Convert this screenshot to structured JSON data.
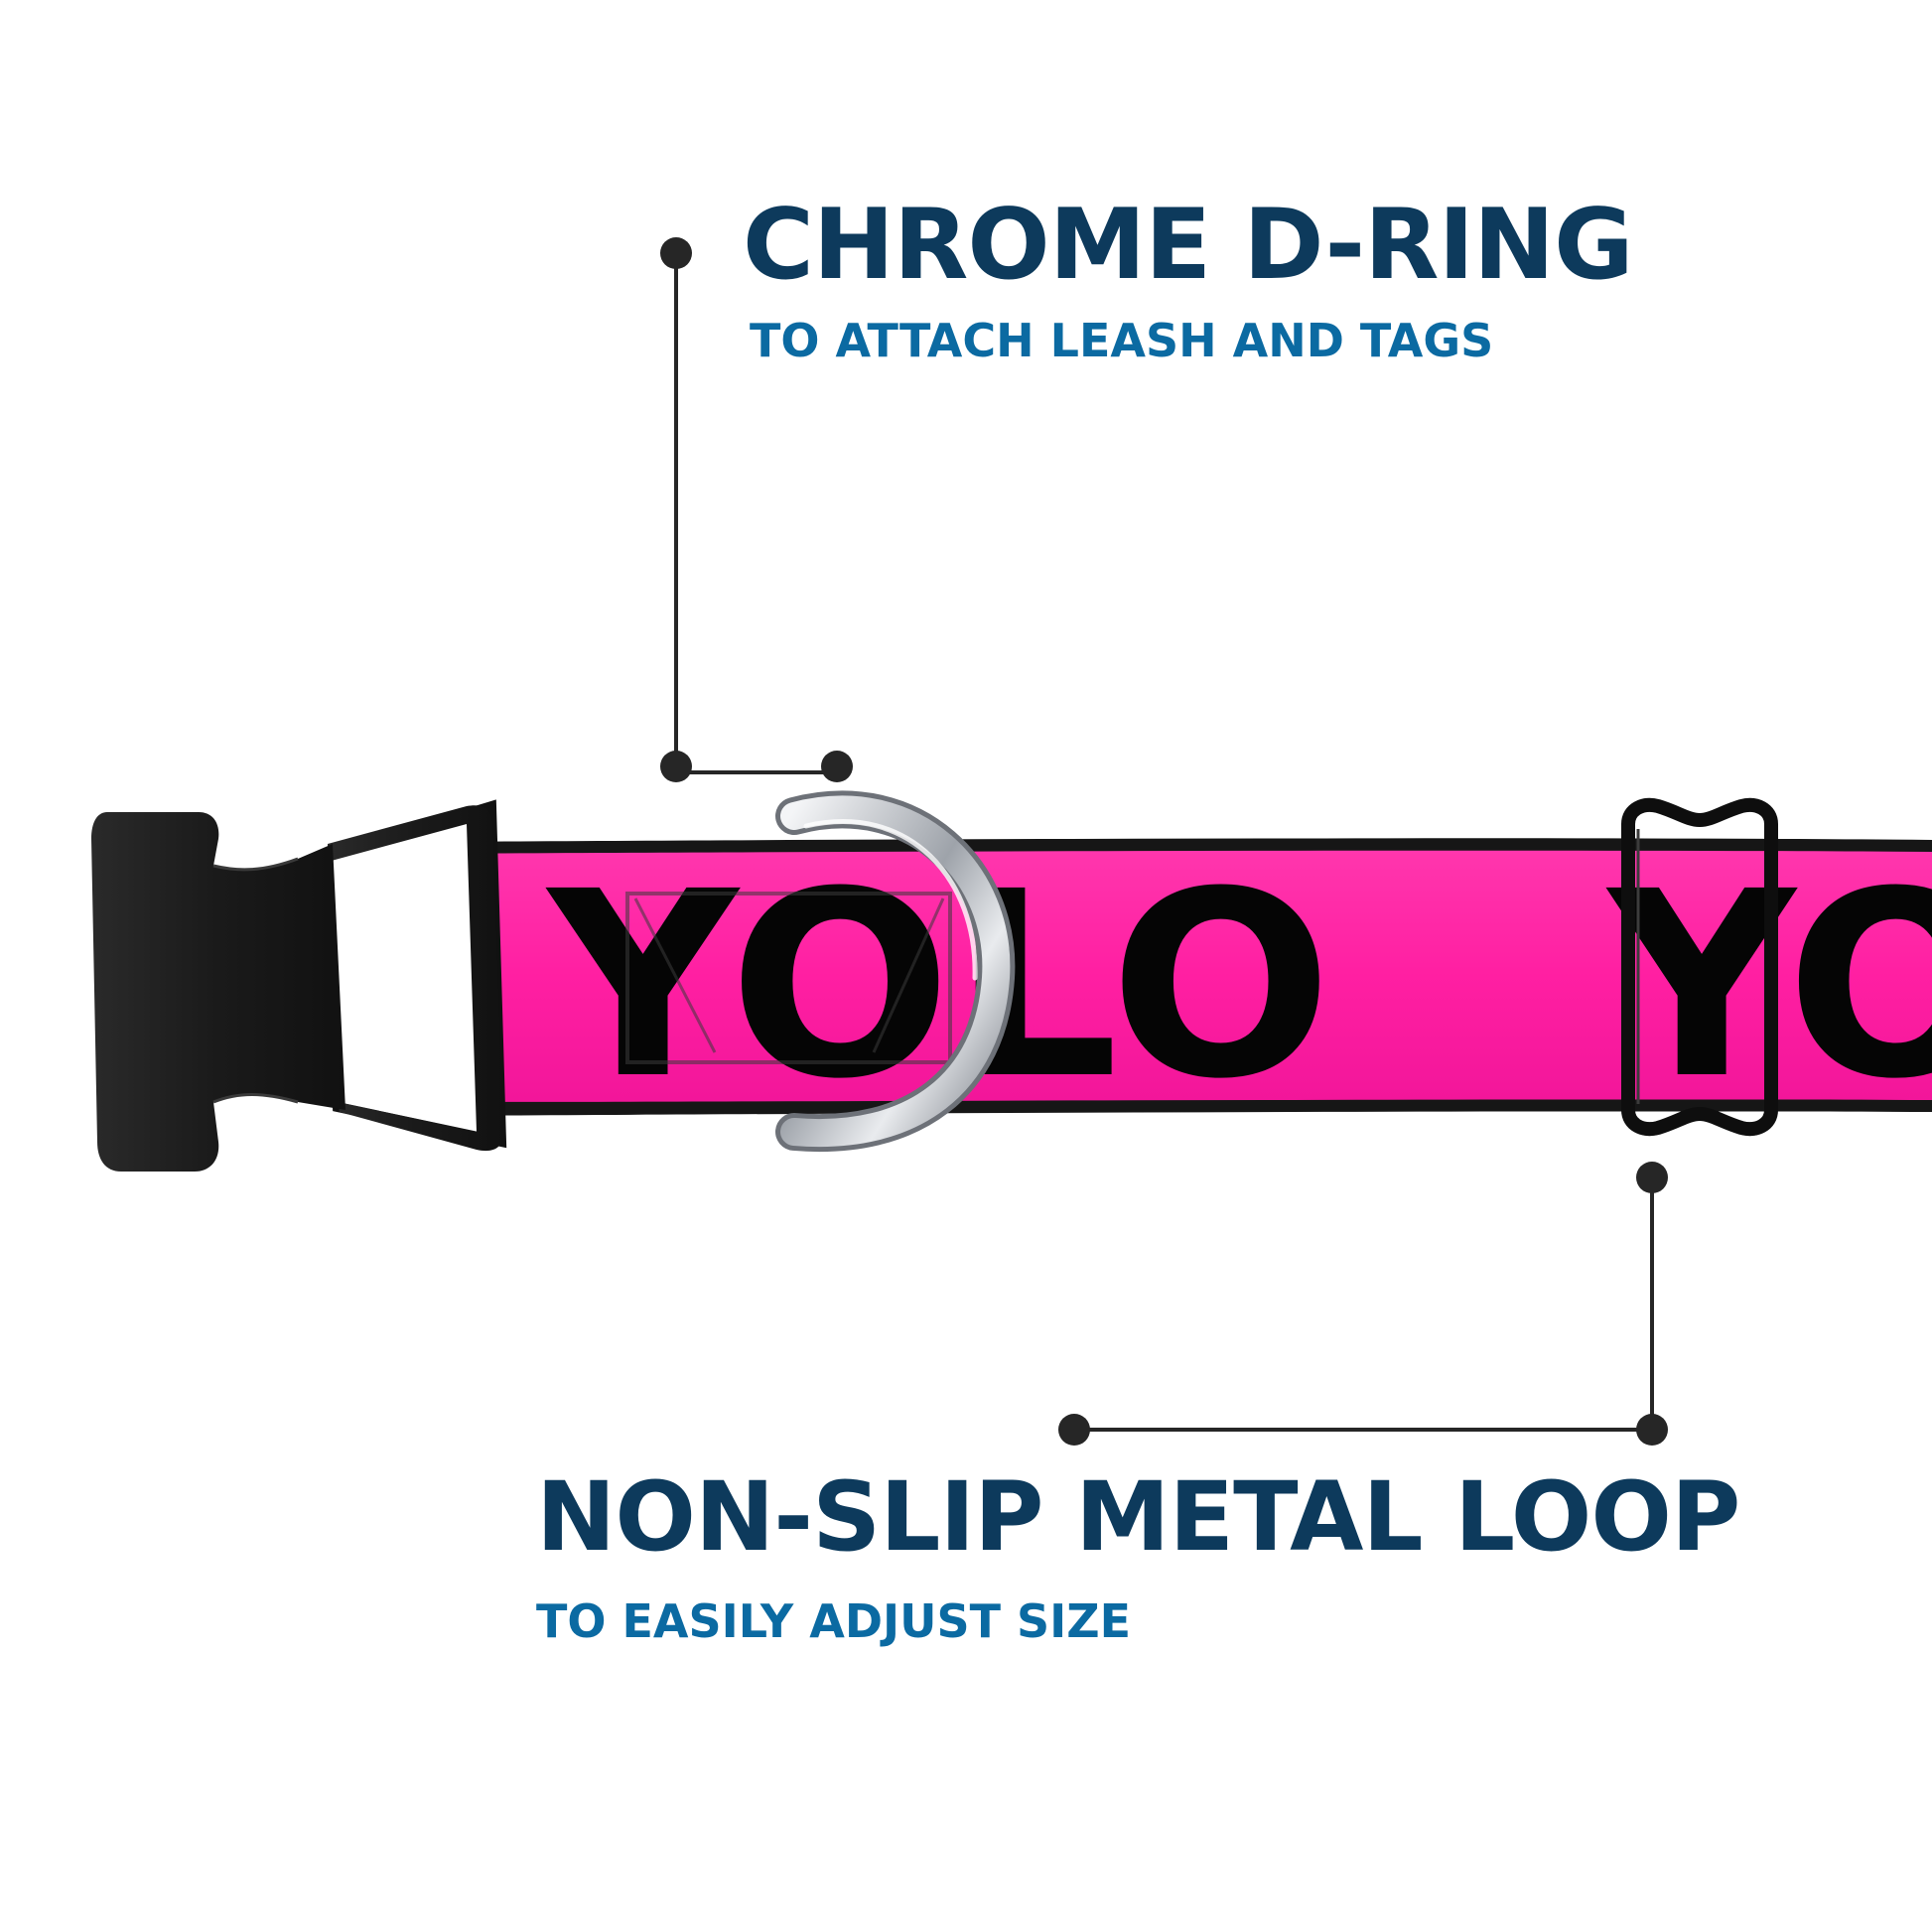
{
  "colors": {
    "title_color": "#0d3a5c",
    "subtitle_color": "#0b6aa2",
    "collar_pink": "#ff1fa2",
    "collar_edge": "#1a1a1a",
    "print_black": "#050505",
    "buckle_black": "#1c1c1c",
    "chrome": "#c9ccd1",
    "callout_line": "#262626"
  },
  "callouts": {
    "d_ring": {
      "title": "CHROME D-RING",
      "subtitle": "TO ATTACH LEASH AND TAGS",
      "icon": "d-ring-icon"
    },
    "loop": {
      "title": "NON-SLIP METAL LOOP",
      "subtitle": "TO EASILY ADJUST SIZE",
      "icon": "slider-loop-icon"
    }
  },
  "collar": {
    "print_text_1": "YOLO",
    "print_text_2": "YO",
    "buckle_icon": "side-release-buckle-icon"
  }
}
